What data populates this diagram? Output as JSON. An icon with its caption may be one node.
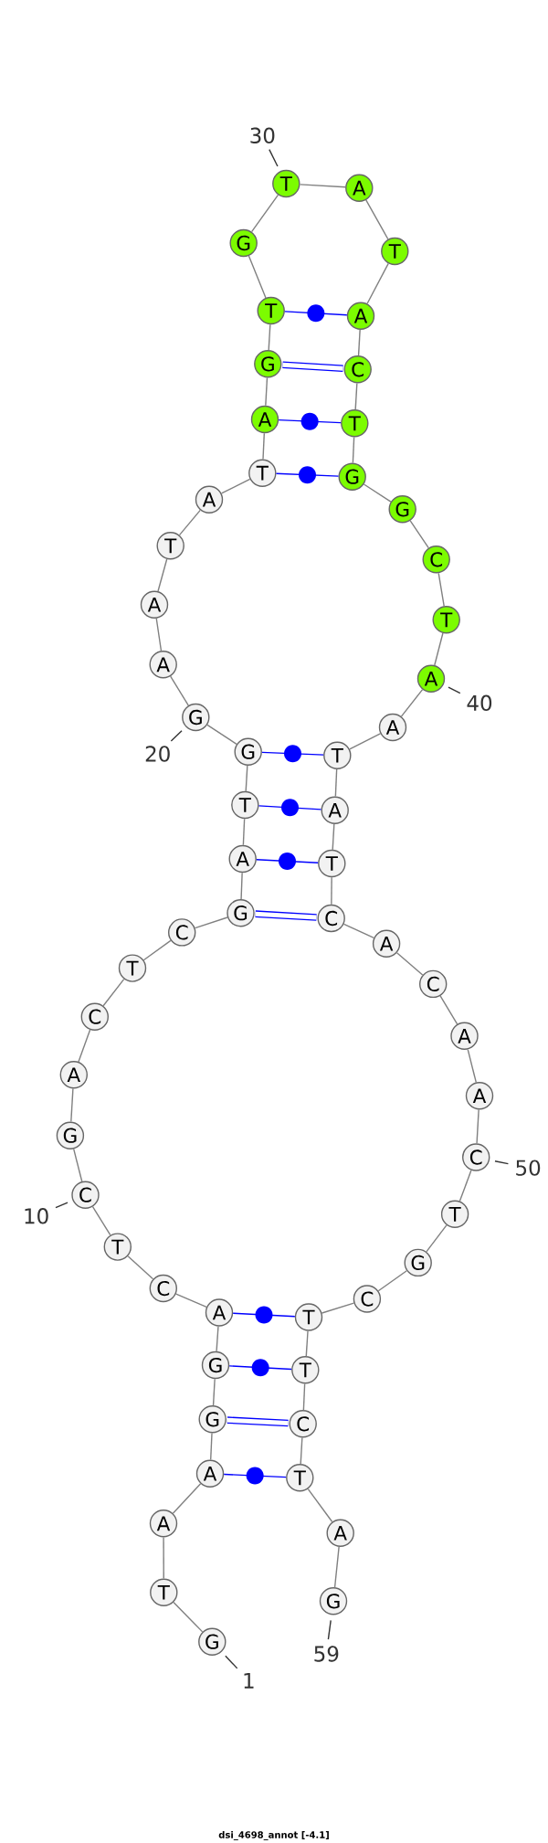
{
  "diagram": {
    "caption": "dsi_4698_annot [-4.1]",
    "nodes": [
      {
        "text": [
          "G"
        ]
      },
      {
        "text": [
          "T"
        ]
      },
      {
        "text": [
          "A"
        ]
      },
      {
        "text": [
          "A"
        ]
      },
      {
        "text": [
          "G"
        ]
      },
      {
        "text": [
          "G"
        ]
      },
      {
        "text": [
          "A"
        ]
      },
      {
        "text": [
          "C"
        ]
      },
      {
        "text": [
          "T"
        ]
      },
      {
        "text": [
          "C"
        ]
      },
      {
        "text": [
          "G"
        ]
      },
      {
        "text": [
          "A"
        ]
      },
      {
        "text": [
          "C"
        ]
      },
      {
        "text": [
          "T"
        ]
      },
      {
        "text": [
          "C"
        ]
      },
      {
        "text": [
          "G"
        ]
      },
      {
        "text": [
          "A"
        ]
      },
      {
        "text": [
          "T"
        ]
      },
      {
        "text": [
          "G"
        ]
      },
      {
        "text": [
          "G"
        ]
      },
      {
        "text": [
          "A"
        ]
      },
      {
        "text": [
          "A"
        ]
      },
      {
        "text": [
          "T"
        ]
      },
      {
        "text": [
          "A"
        ]
      },
      {
        "text": [
          "T"
        ]
      },
      {
        "text": [
          "A"
        ]
      },
      {
        "text": [
          "G"
        ]
      },
      {
        "text": [
          "T"
        ]
      },
      {
        "text": [
          "G"
        ]
      },
      {
        "text": [
          "T"
        ]
      },
      {
        "text": [
          "A"
        ]
      },
      {
        "text": [
          "T"
        ]
      },
      {
        "text": [
          "A"
        ]
      },
      {
        "text": [
          "C"
        ]
      },
      {
        "text": [
          "T"
        ]
      },
      {
        "text": [
          "G"
        ]
      },
      {
        "text": [
          "G"
        ]
      },
      {
        "text": [
          "C"
        ]
      },
      {
        "text": [
          "T"
        ]
      },
      {
        "text": [
          "A"
        ]
      },
      {
        "text": [
          "A"
        ]
      },
      {
        "text": [
          "T"
        ]
      },
      {
        "text": [
          "A"
        ]
      },
      {
        "text": [
          "T"
        ]
      },
      {
        "text": [
          "C"
        ]
      },
      {
        "text": [
          "A"
        ]
      },
      {
        "text": [
          "C"
        ]
      },
      {
        "text": [
          "A"
        ]
      },
      {
        "text": [
          "A"
        ]
      },
      {
        "text": [
          "C"
        ]
      },
      {
        "text": [
          "T"
        ]
      },
      {
        "text": [
          "G"
        ]
      },
      {
        "text": [
          "C"
        ]
      },
      {
        "text": [
          "T"
        ]
      },
      {
        "text": [
          "T"
        ]
      },
      {
        "text": [
          "C"
        ]
      },
      {
        "text": [
          "T"
        ]
      },
      {
        "text": [
          "A"
        ]
      },
      {
        "text": [
          "G"
        ]
      },
      {
        "text": [
          "1"
        ]
      },
      {
        "text": [
          "10"
        ]
      },
      {
        "text": [
          "20"
        ]
      },
      {
        "text": [
          "30"
        ]
      },
      {
        "text": [
          "40"
        ]
      },
      {
        "text": [
          "50"
        ]
      },
      {
        "text": [
          "59"
        ]
      }
    ],
    "edges": [
      {
        "from": 0,
        "to": 1,
        "arrow": "none"
      },
      {
        "from": 1,
        "to": 2,
        "arrow": "none"
      },
      {
        "from": 2,
        "to": 3,
        "arrow": "none"
      },
      {
        "from": 3,
        "to": 4,
        "arrow": "none"
      },
      {
        "from": 4,
        "to": 5,
        "arrow": "none"
      },
      {
        "from": 5,
        "to": 6,
        "arrow": "none"
      },
      {
        "from": 6,
        "to": 7,
        "arrow": "none"
      },
      {
        "from": 7,
        "to": 8,
        "arrow": "none"
      },
      {
        "from": 8,
        "to": 9,
        "arrow": "none"
      },
      {
        "from": 9,
        "to": 10,
        "arrow": "none"
      },
      {
        "from": 10,
        "to": 11,
        "arrow": "none"
      },
      {
        "from": 11,
        "to": 12,
        "arrow": "none"
      },
      {
        "from": 12,
        "to": 13,
        "arrow": "none"
      },
      {
        "from": 13,
        "to": 14,
        "arrow": "none"
      },
      {
        "from": 14,
        "to": 15,
        "arrow": "none"
      },
      {
        "from": 15,
        "to": 16,
        "arrow": "none"
      },
      {
        "from": 16,
        "to": 17,
        "arrow": "none"
      },
      {
        "from": 17,
        "to": 18,
        "arrow": "none"
      },
      {
        "from": 18,
        "to": 19,
        "arrow": "none"
      },
      {
        "from": 19,
        "to": 20,
        "arrow": "none"
      },
      {
        "from": 20,
        "to": 21,
        "arrow": "none"
      },
      {
        "from": 21,
        "to": 22,
        "arrow": "none"
      },
      {
        "from": 22,
        "to": 23,
        "arrow": "none"
      },
      {
        "from": 23,
        "to": 24,
        "arrow": "none"
      },
      {
        "from": 24,
        "to": 25,
        "arrow": "none"
      },
      {
        "from": 25,
        "to": 26,
        "arrow": "none"
      },
      {
        "from": 26,
        "to": 27,
        "arrow": "none"
      },
      {
        "from": 27,
        "to": 28,
        "arrow": "none"
      },
      {
        "from": 28,
        "to": 29,
        "arrow": "none"
      },
      {
        "from": 29,
        "to": 30,
        "arrow": "none"
      },
      {
        "from": 30,
        "to": 31,
        "arrow": "none"
      },
      {
        "from": 31,
        "to": 32,
        "arrow": "none"
      },
      {
        "from": 32,
        "to": 33,
        "arrow": "none"
      },
      {
        "from": 33,
        "to": 34,
        "arrow": "none"
      },
      {
        "from": 34,
        "to": 35,
        "arrow": "none"
      },
      {
        "from": 35,
        "to": 36,
        "arrow": "none"
      },
      {
        "from": 36,
        "to": 37,
        "arrow": "none"
      },
      {
        "from": 37,
        "to": 38,
        "arrow": "none"
      },
      {
        "from": 38,
        "to": 39,
        "arrow": "none"
      },
      {
        "from": 39,
        "to": 40,
        "arrow": "none"
      },
      {
        "from": 40,
        "to": 41,
        "arrow": "none"
      },
      {
        "from": 41,
        "to": 42,
        "arrow": "none"
      },
      {
        "from": 42,
        "to": 43,
        "arrow": "none"
      },
      {
        "from": 43,
        "to": 44,
        "arrow": "none"
      },
      {
        "from": 44,
        "to": 45,
        "arrow": "none"
      },
      {
        "from": 45,
        "to": 46,
        "arrow": "none"
      },
      {
        "from": 46,
        "to": 47,
        "arrow": "none"
      },
      {
        "from": 47,
        "to": 48,
        "arrow": "none"
      },
      {
        "from": 48,
        "to": 49,
        "arrow": "none"
      },
      {
        "from": 49,
        "to": 50,
        "arrow": "none"
      },
      {
        "from": 50,
        "to": 51,
        "arrow": "none"
      },
      {
        "from": 51,
        "to": 52,
        "arrow": "none"
      },
      {
        "from": 52,
        "to": 53,
        "arrow": "none"
      },
      {
        "from": 53,
        "to": 54,
        "arrow": "none"
      },
      {
        "from": 54,
        "to": 55,
        "arrow": "none"
      },
      {
        "from": 55,
        "to": 56,
        "arrow": "none"
      },
      {
        "from": 56,
        "to": 57,
        "arrow": "none"
      },
      {
        "from": 57,
        "to": 58,
        "arrow": "none"
      },
      {
        "from": 3,
        "to": 56,
        "arrow": "none",
        "color": "#0000ff"
      },
      {
        "from": 4,
        "to": 55,
        "arrow": "none",
        "style": "thick",
        "color": "#0000ff"
      },
      {
        "from": 5,
        "to": 54,
        "arrow": "none",
        "color": "#0000ff"
      },
      {
        "from": 6,
        "to": 53,
        "arrow": "none",
        "color": "#0000ff"
      },
      {
        "from": 15,
        "to": 44,
        "arrow": "none",
        "style": "thick",
        "color": "#0000ff"
      },
      {
        "from": 16,
        "to": 43,
        "arrow": "none",
        "color": "#0000ff"
      },
      {
        "from": 17,
        "to": 42,
        "arrow": "none",
        "color": "#0000ff"
      },
      {
        "from": 18,
        "to": 41,
        "arrow": "none",
        "color": "#0000ff"
      },
      {
        "from": 24,
        "to": 35,
        "arrow": "none",
        "color": "#0000ff"
      },
      {
        "from": 25,
        "to": 34,
        "arrow": "none",
        "color": "#0000ff"
      },
      {
        "from": 26,
        "to": 33,
        "arrow": "none",
        "style": "thick",
        "color": "#0000ff"
      },
      {
        "from": 27,
        "to": 32,
        "arrow": "none",
        "color": "#0000ff"
      },
      {
        "from": 59,
        "to": 0,
        "arrow": "none",
        "color": "#333333"
      },
      {
        "from": 60,
        "to": 9,
        "arrow": "none",
        "color": "#333333"
      },
      {
        "from": 61,
        "to": 19,
        "arrow": "none",
        "color": "#333333"
      },
      {
        "from": 62,
        "to": 29,
        "arrow": "none",
        "color": "#333333"
      },
      {
        "from": 63,
        "to": 39,
        "arrow": "none",
        "color": "#333333"
      },
      {
        "from": 64,
        "to": 49,
        "arrow": "none",
        "color": "#333333"
      },
      {
        "from": 65,
        "to": 58,
        "arrow": "none",
        "color": "#333333"
      }
    ]
  }
}
